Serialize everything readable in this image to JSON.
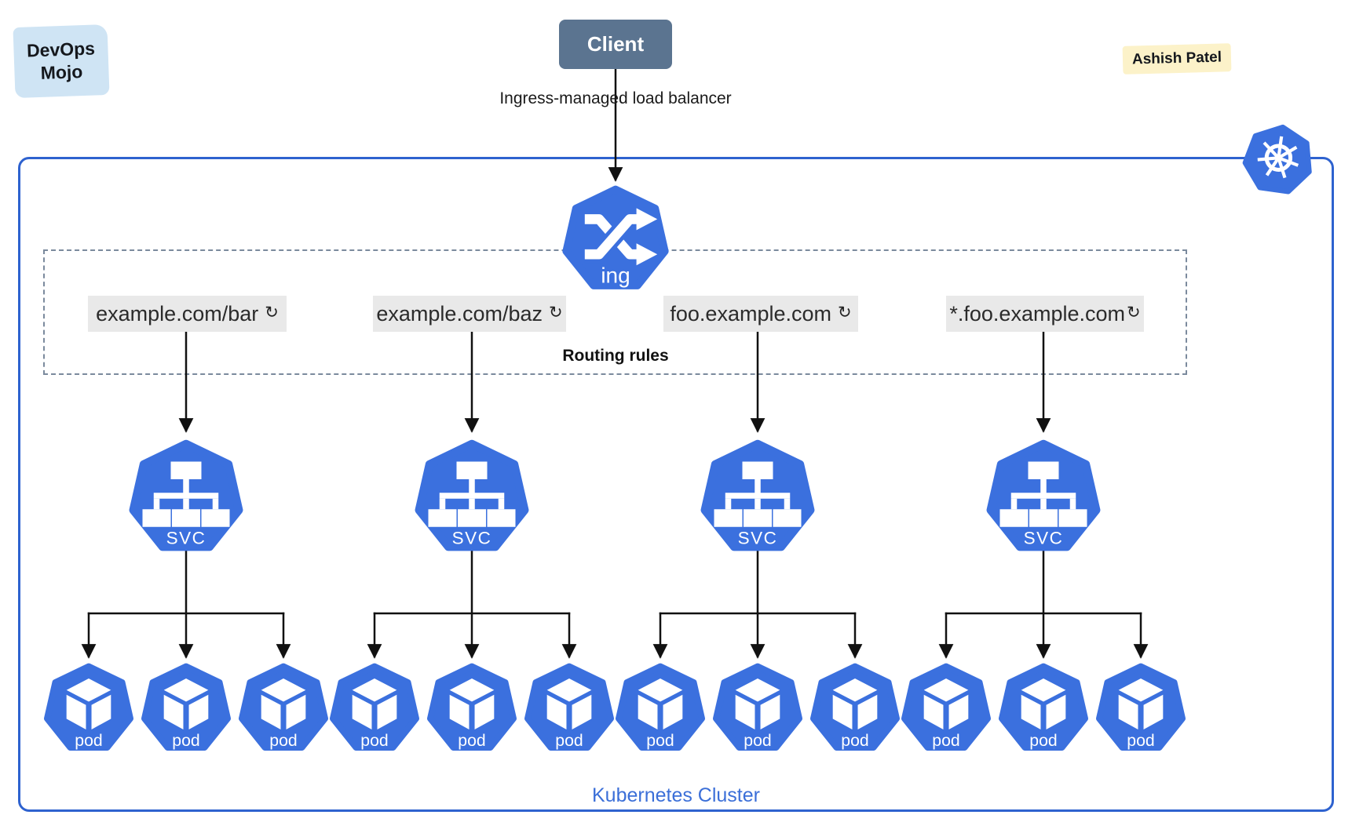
{
  "brand_badge": {
    "text": "DevOps Mojo"
  },
  "author_badge": {
    "text": "Ashish Patel"
  },
  "client_node": {
    "label": "Client"
  },
  "load_balancer_label": "Ingress-managed load balancer",
  "ingress_node": {
    "label": "ing"
  },
  "routing": {
    "title": "Routing rules",
    "refresh_glyph": "↻",
    "rules": [
      "example.com/bar",
      "example.com/baz",
      "foo.example.com",
      "*.foo.example.com"
    ]
  },
  "services": {
    "label": "SVC",
    "count": 4
  },
  "pods": {
    "label": "pod",
    "count": 12,
    "per_service": 3
  },
  "cluster": {
    "label": "Kubernetes Cluster"
  },
  "colors": {
    "k8s_blue": "#3b70de",
    "client_bg": "#5b7490",
    "cluster_border": "#2e62cf",
    "cluster_text": "#3b6fd8",
    "label_bg": "#e9e9e9",
    "badge_blue": "#cfe4f4",
    "badge_yellow": "#fcf2c9",
    "arrow_color": "#111111"
  }
}
